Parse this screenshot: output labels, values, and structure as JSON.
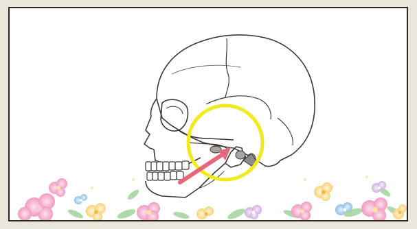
{
  "figure": {
    "subject": "skull-lateral-view",
    "highlight": {
      "shape": "circle",
      "color": "#f2ea1a",
      "target": "temporomandibular-joint"
    },
    "pointer_arrow": {
      "color": "#e8667a",
      "direction": "up-right"
    },
    "decoration": {
      "type": "flower-border",
      "palette": [
        "#f6a9c8",
        "#f7c9d9",
        "#fbe3a1",
        "#bfe3d2",
        "#a9cfe8",
        "#e9c9f0",
        "#9fd49a"
      ]
    },
    "frame_color": "#2a2722",
    "background": "#ffffff"
  }
}
